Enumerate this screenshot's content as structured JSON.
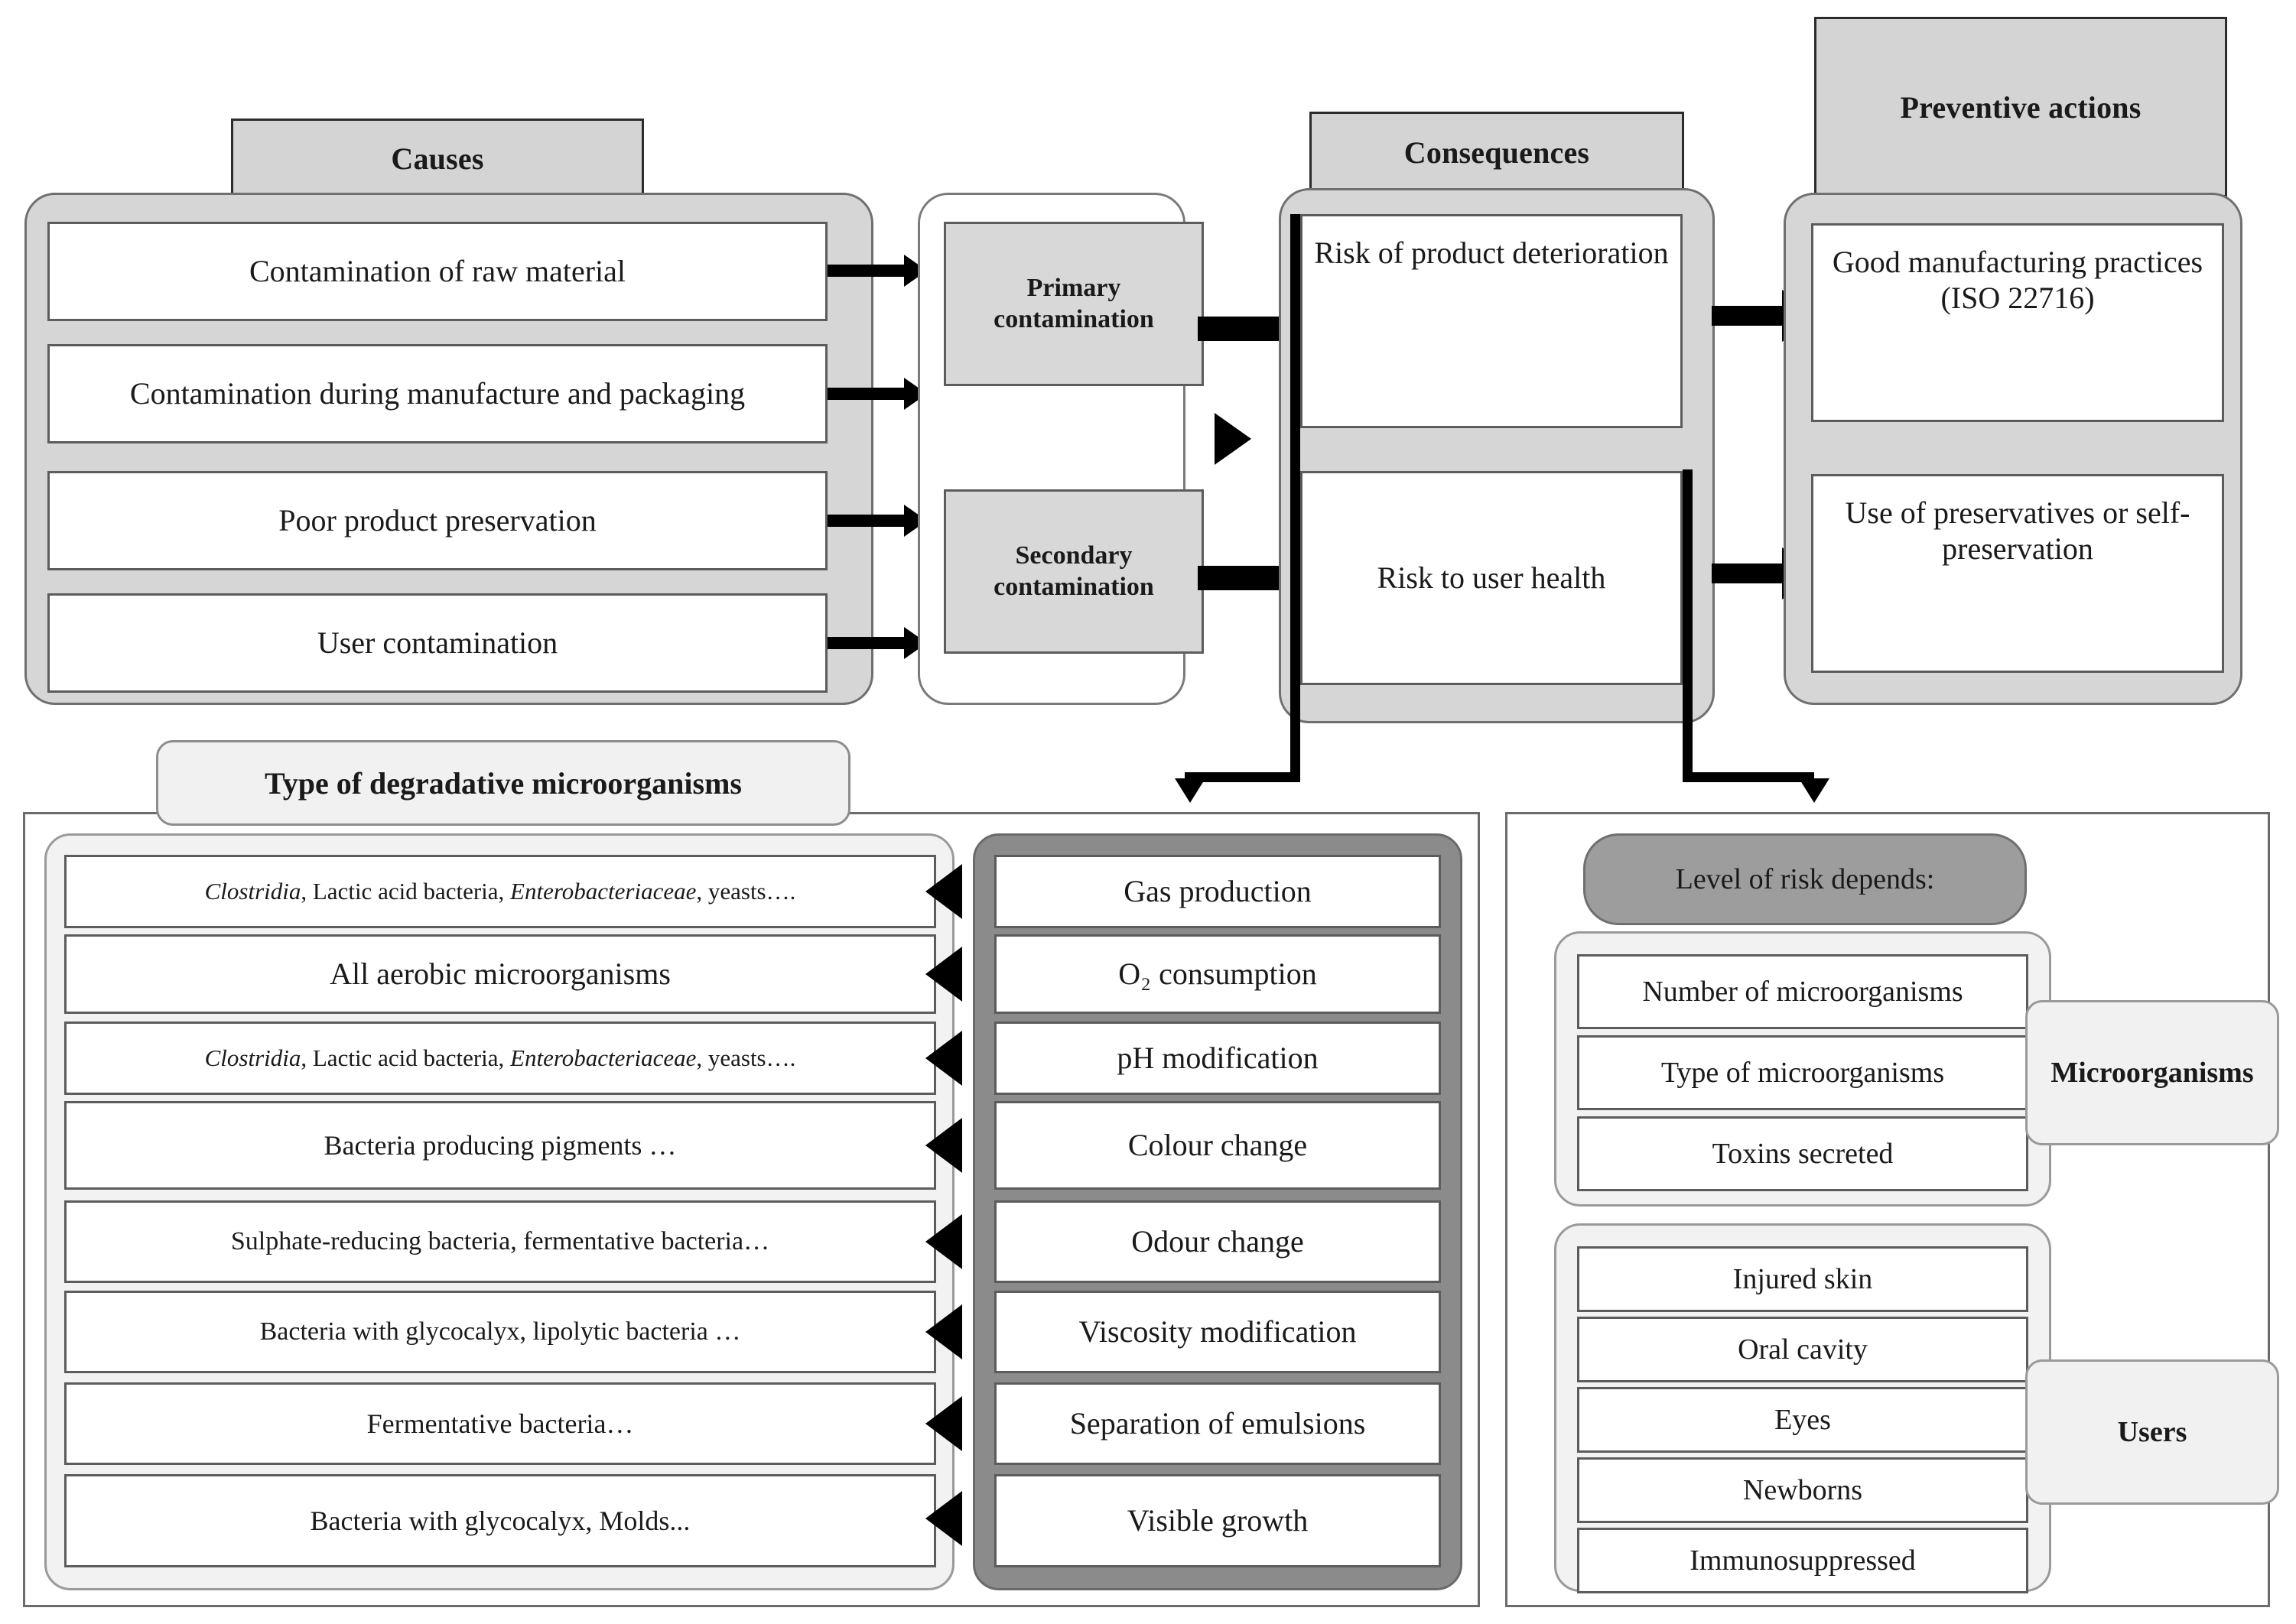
{
  "top": {
    "causes": {
      "header": "Causes",
      "items": [
        "Contamination of raw material",
        "Contamination during manufacture and packaging",
        "Poor product preservation",
        "User contamination"
      ]
    },
    "contamination": {
      "items": [
        "Primary contamination",
        "Secondary contamination"
      ]
    },
    "consequences": {
      "header": "Consequences",
      "items": [
        "Risk of product deterioration",
        "Risk to user health"
      ]
    },
    "preventive": {
      "header": "Preventive actions",
      "items": [
        "Good manufacturing practices (ISO 22716)",
        "Use of preservatives or self-preservation"
      ]
    }
  },
  "bottom_left": {
    "header": "Type of degradative microorganisms",
    "microorganisms": [
      {
        "italic1": "Clostridia",
        "rest1": ", Lactic acid bacteria, ",
        "italic2": "Enterobacteriaceae",
        "rest2": ", yeasts…."
      },
      {
        "plain": "All aerobic microorganisms"
      },
      {
        "italic1": "Clostridia",
        "rest1": ", Lactic acid bacteria, ",
        "italic2": "Enterobacteriaceae",
        "rest2": ", yeasts…."
      },
      {
        "plain": "Bacteria producing pigments …"
      },
      {
        "plain": "Sulphate-reducing bacteria, fermentative bacteria…"
      },
      {
        "plain": "Bacteria with glycocalyx, lipolytic bacteria …"
      },
      {
        "plain": "Fermentative bacteria…"
      },
      {
        "plain": "Bacteria with glycocalyx, Molds..."
      }
    ],
    "effects": [
      "Gas production",
      "O₂ consumption",
      "pH modification",
      "Colour change",
      "Odour change",
      "Viscosity modification",
      "Separation of emulsions",
      "Visible growth"
    ]
  },
  "bottom_right": {
    "pill": "Level of risk depends:",
    "microorganisms_label": "Microorganisms",
    "microorganisms_items": [
      "Number of microorganisms",
      "Type of microorganisms",
      "Toxins secreted"
    ],
    "users_label": "Users",
    "users_items": [
      "Injured skin",
      "Oral cavity",
      "Eyes",
      "Newborns",
      "Immunosuppressed"
    ]
  },
  "colors": {
    "band_fill": "#d6d6d6",
    "tab_fill": "#d4d4d4",
    "dark_group": "#8b8b8b",
    "pill_fill": "#9d9d9d",
    "arrow": "#000000"
  }
}
